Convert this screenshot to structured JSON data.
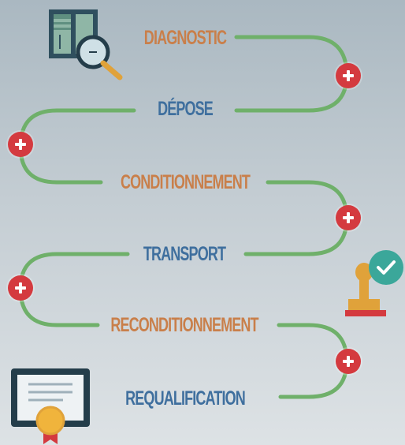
{
  "steps": [
    {
      "label": "DIAGNOSTIC",
      "color": "#c97f4a"
    },
    {
      "label": "DÉPOSE",
      "color": "#3f6f9e"
    },
    {
      "label": "CONDITIONNEMENT",
      "color": "#c97f4a"
    },
    {
      "label": "TRANSPORT",
      "color": "#3f6f9e"
    },
    {
      "label": "RECONDITIONNEMENT",
      "color": "#c97f4a"
    },
    {
      "label": "REQUALIFICATION",
      "color": "#3f6f9e"
    }
  ],
  "colors": {
    "path": "#6fb06a",
    "plus": "#d43a3f",
    "label_orange": "#c97f4a",
    "label_blue": "#3f6f9e"
  },
  "icons": {
    "top_left": "window-inspection-icon",
    "right_middle": "approval-stamp-icon",
    "bottom_left": "certificate-icon"
  }
}
